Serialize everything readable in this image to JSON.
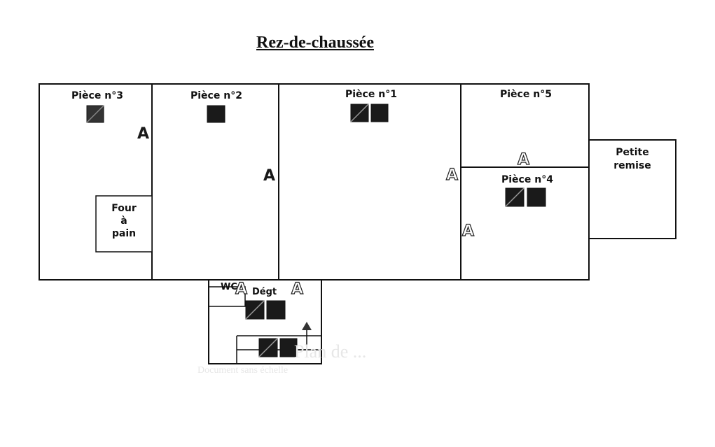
{
  "title": "Rez-de-chaussée",
  "rooms": {
    "piece3": "Pièce n°3",
    "piece2": "Pièce n°2",
    "piece1": "Pièce n°1",
    "piece5": "Pièce n°5",
    "piece4": "Pièce n°4",
    "petite_remise": [
      "Petite",
      "remise"
    ],
    "four_a_pain": [
      "Four",
      "à",
      "pain"
    ],
    "wc": "WC",
    "degt": "Dégt"
  },
  "marker_letter": "A",
  "ghost_text": [
    "Plan de ...",
    "Document sans échelle"
  ],
  "colors": {
    "wall": "#111111",
    "marker_fill": "#1a1a1a",
    "ghost": "#e7e7e7"
  }
}
